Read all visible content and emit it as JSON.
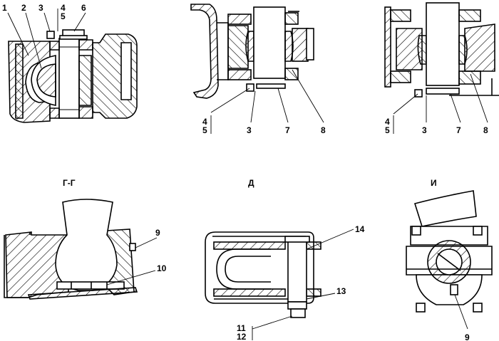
{
  "views": [
    {
      "id": "view1",
      "title": "",
      "callouts": [
        "1",
        "2",
        "3",
        "4",
        "5",
        "6"
      ]
    },
    {
      "id": "view2",
      "title": "",
      "callouts": [
        "4",
        "5",
        "3",
        "7",
        "8"
      ]
    },
    {
      "id": "view3",
      "title": "",
      "callouts": [
        "4",
        "5",
        "3",
        "7",
        "8"
      ]
    },
    {
      "id": "view-g",
      "title": "Г-Г",
      "callouts": [
        "9",
        "10"
      ]
    },
    {
      "id": "view-d",
      "title": "Д",
      "callouts": [
        "14",
        "13",
        "11",
        "12"
      ]
    },
    {
      "id": "view-i",
      "title": "И",
      "callouts": [
        "9"
      ]
    }
  ]
}
